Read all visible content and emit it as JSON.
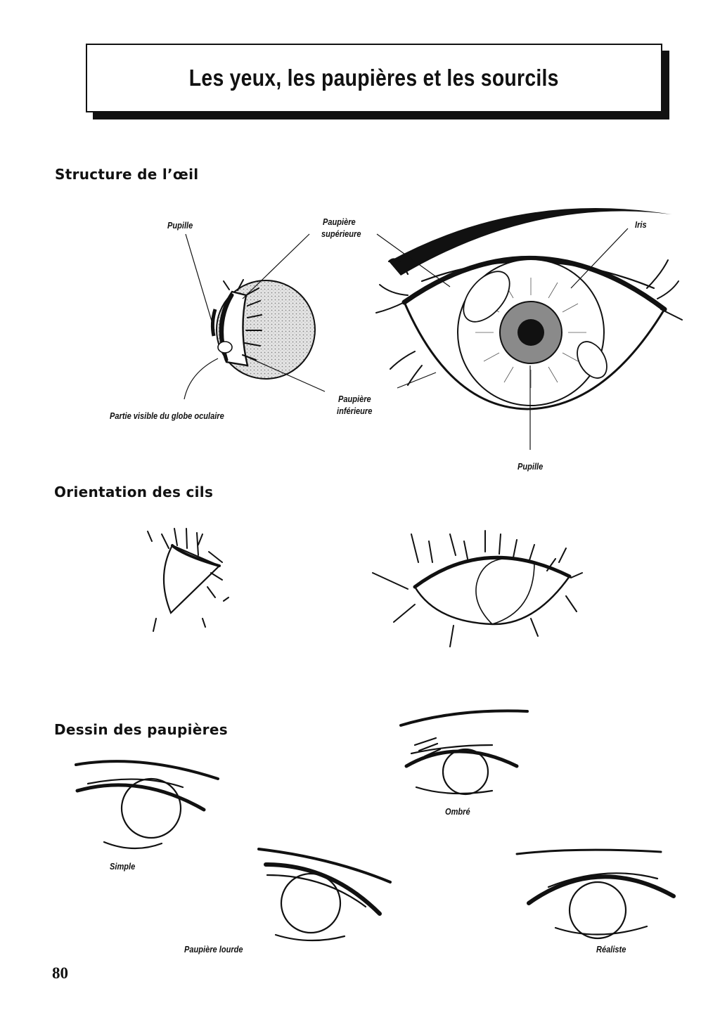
{
  "title": "Les yeux, les paupières et les sourcils",
  "sections": {
    "structure": "Structure de l’œil",
    "orientation": "Orientation des cils",
    "paupieres": "Dessin des paupières"
  },
  "labels": {
    "pupille_left": "Pupille",
    "paupiere_sup_line1": "Paupière",
    "paupiere_sup_line2": "supérieure",
    "iris": "Iris",
    "paupiere_inf_line1": "Paupière",
    "paupiere_inf_line2": "inférieure",
    "globe_visible": "Partie visible du globe oculaire",
    "pupille_right": "Pupille"
  },
  "eyelid_styles": {
    "simple": "Simple",
    "ombre": "Ombré",
    "lourde": "Paupière lourde",
    "realiste": "Réaliste"
  },
  "page_number": "80",
  "colors": {
    "ink": "#111111",
    "iris_gray": "#8a8a8a",
    "globe_gray": "#d6d6d6"
  }
}
